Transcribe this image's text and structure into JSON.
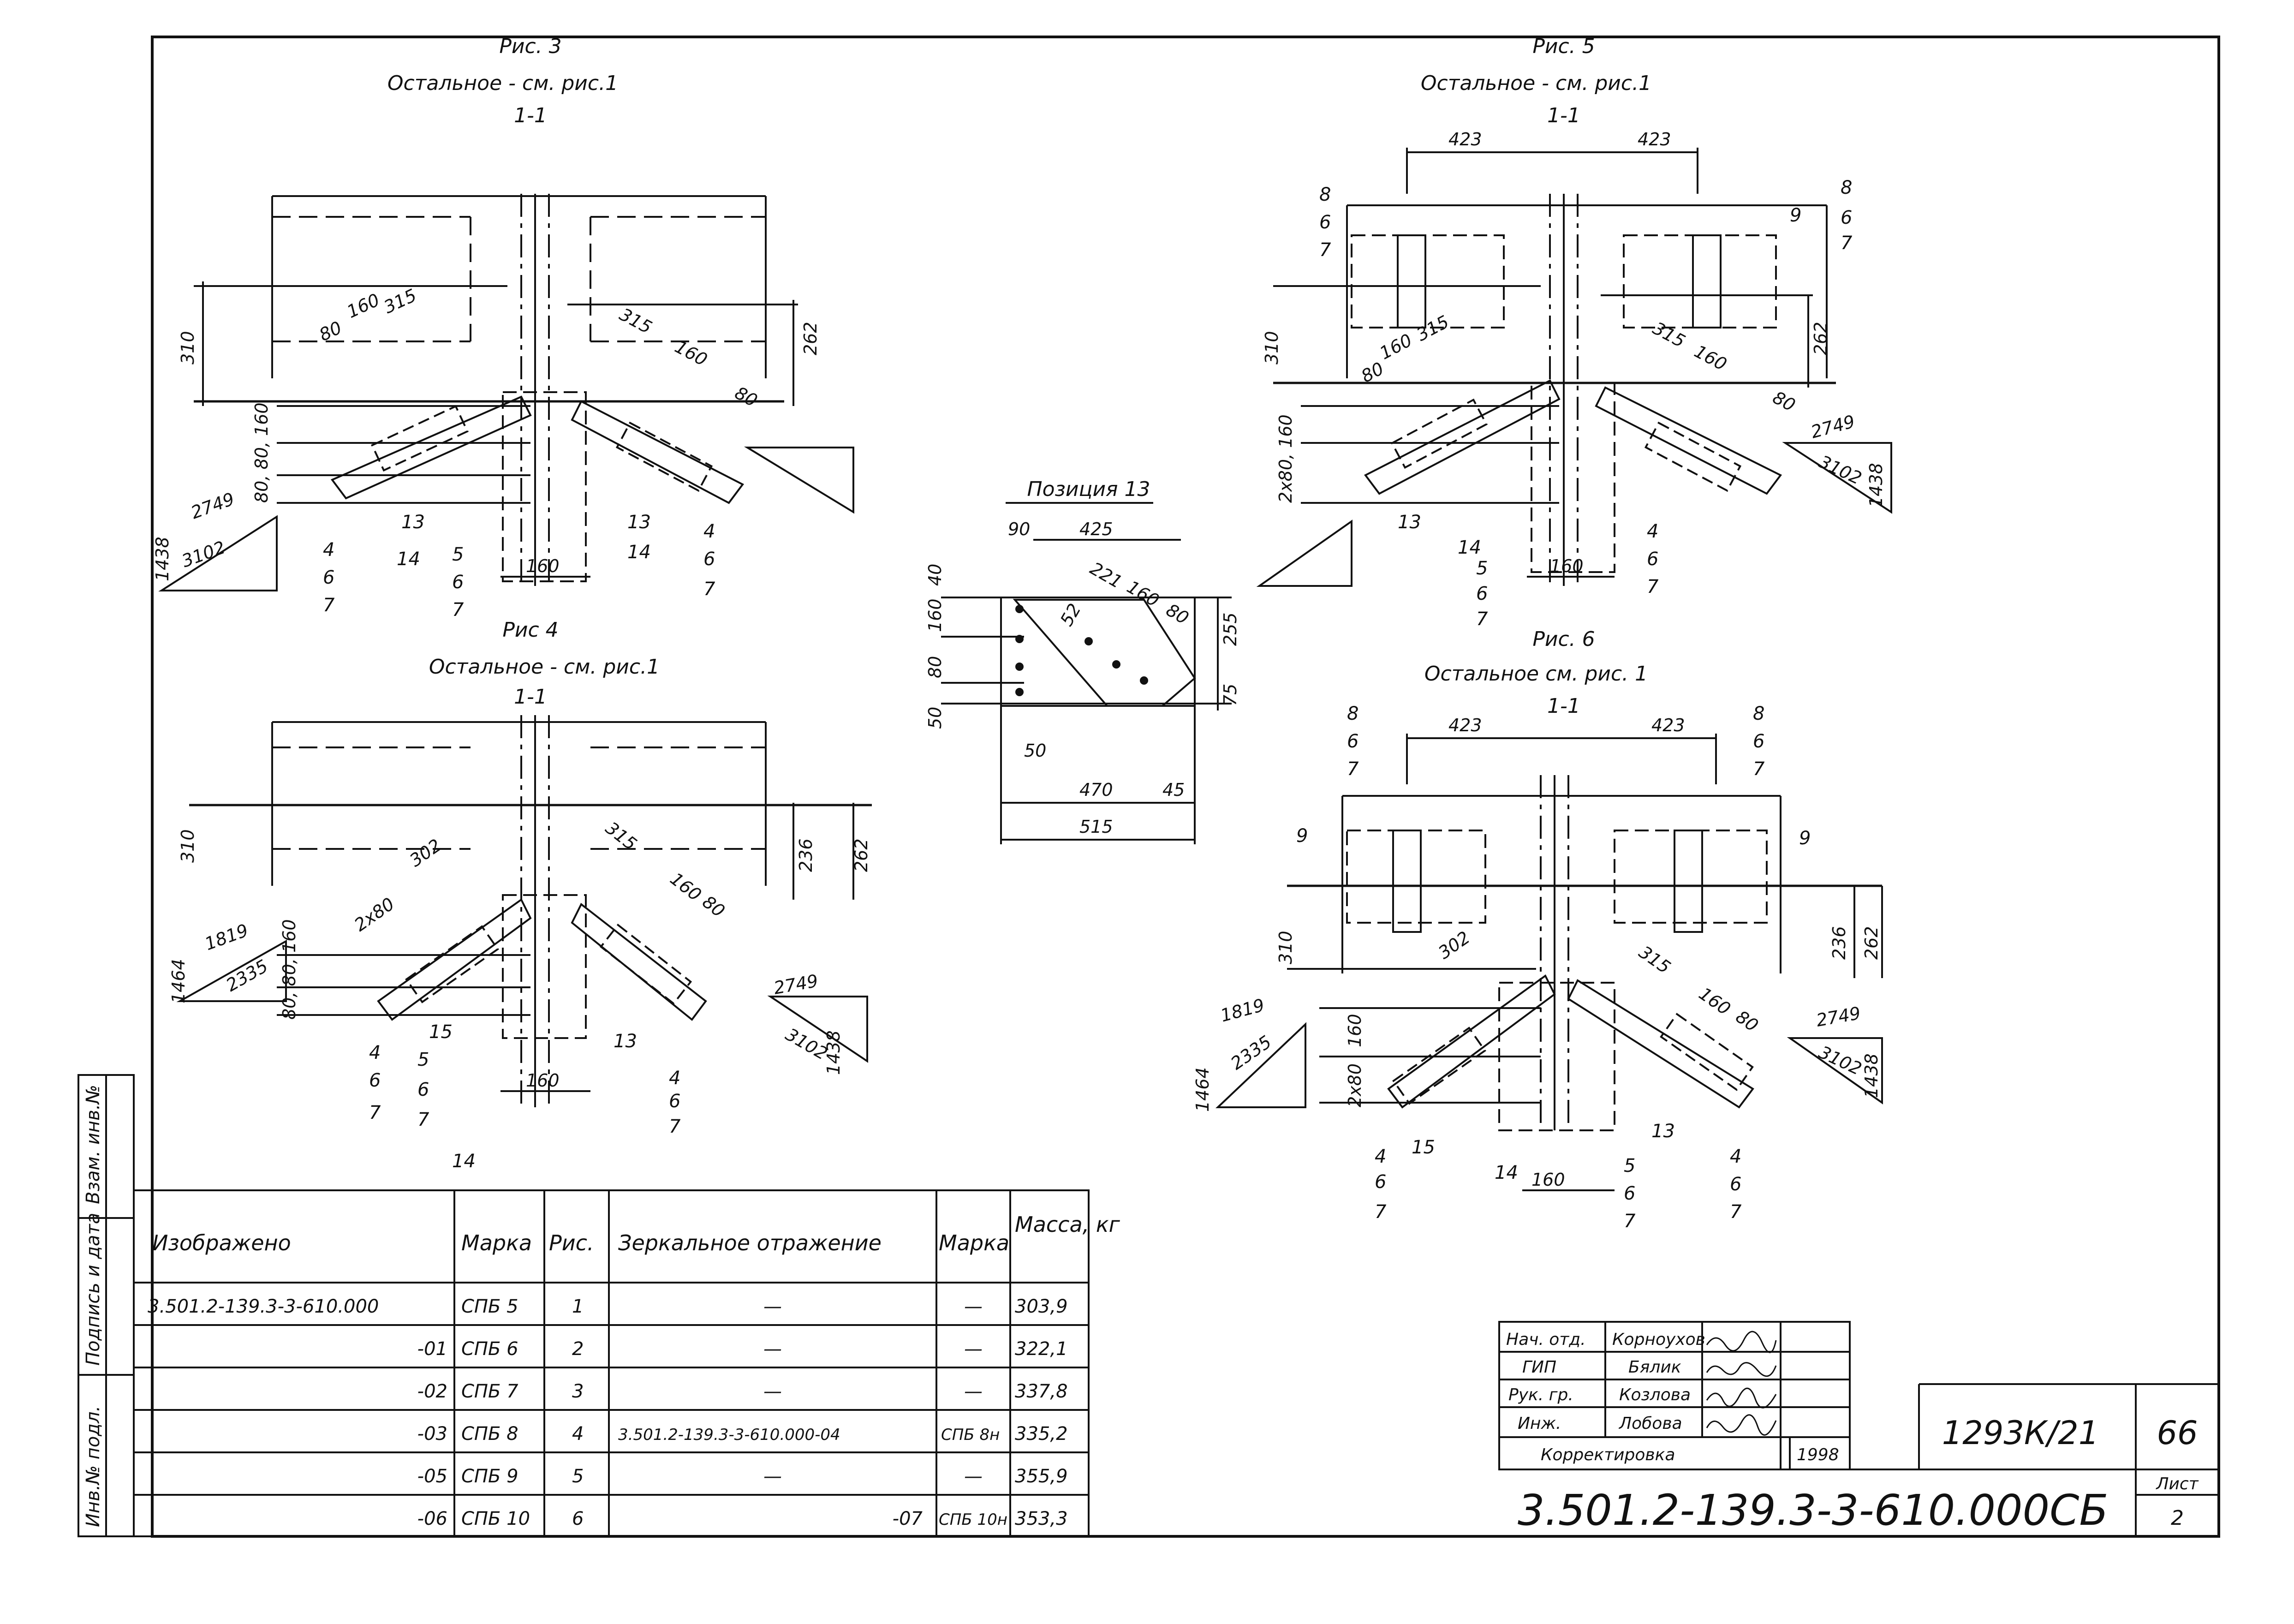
{
  "figures": {
    "fig3": {
      "title": "Рис. 3",
      "note": "Остальное - см. рис.1",
      "section": "1-1"
    },
    "fig4": {
      "title": "Рис 4",
      "note": "Остальное - см. рис.1",
      "section": "1-1"
    },
    "fig5": {
      "title": "Рис. 5",
      "note": "Остальное - см. рис.1",
      "section": "1-1"
    },
    "fig6": {
      "title": "Рис. 6",
      "note": "Остальное см. рис. 1",
      "section": "1-1"
    },
    "pos13": {
      "title": "Позиция 13"
    }
  },
  "dims": {
    "fig3": [
      "315",
      "160",
      "80",
      "315",
      "160",
      "80",
      "310",
      "262",
      "80, 80, 160",
      "2749",
      "3102",
      "1438",
      "160"
    ],
    "fig4": [
      "315",
      "302",
      "2x80",
      "160",
      "80",
      "310",
      "236",
      "262",
      "80, 80, 160",
      "1819",
      "2335",
      "1464",
      "2749",
      "3102",
      "1438",
      "160"
    ],
    "fig5": [
      "423",
      "423",
      "315",
      "160",
      "80",
      "315",
      "160",
      "80",
      "310",
      "262",
      "2x80, 160",
      "2749",
      "3102",
      "1438",
      "160"
    ],
    "fig6": [
      "423",
      "423",
      "302",
      "315",
      "160",
      "80",
      "310",
      "236",
      "262",
      "160",
      "2x80",
      "1819",
      "2335",
      "1464",
      "2749",
      "3102",
      "1438",
      "160"
    ],
    "pos13": [
      "90",
      "425",
      "221",
      "160",
      "80",
      "52",
      "40",
      "160",
      "80",
      "50",
      "255",
      "75",
      "50",
      "470",
      "45",
      "515"
    ]
  },
  "callouts": {
    "fig3": [
      "13",
      "14",
      "4",
      "6",
      "7",
      "5",
      "6",
      "7",
      "13",
      "14",
      "4",
      "6",
      "7"
    ],
    "fig4": [
      "4",
      "6",
      "7",
      "5",
      "6",
      "7",
      "15",
      "13",
      "4",
      "6",
      "7",
      "14"
    ],
    "fig5": [
      "8",
      "6",
      "7",
      "8",
      "6",
      "7",
      "9",
      "13",
      "14",
      "5",
      "6",
      "7",
      "4",
      "6",
      "7"
    ],
    "fig6": [
      "8",
      "6",
      "7",
      "8",
      "6",
      "7",
      "9",
      "9",
      "4",
      "6",
      "7",
      "15",
      "14",
      "13",
      "5",
      "6",
      "7",
      "4",
      "6",
      "7"
    ]
  },
  "table": {
    "headers": [
      "Изображено",
      "Марка",
      "Рис.",
      "Зеркальное отражение",
      "Марка",
      "Масса, кг"
    ],
    "rows": [
      [
        "3.501.2-139.3-3-610.000",
        "СПБ 5",
        "1",
        "—",
        "—",
        "303,9"
      ],
      [
        "-01",
        "СПБ 6",
        "2",
        "—",
        "—",
        "322,1"
      ],
      [
        "-02",
        "СПБ 7",
        "3",
        "—",
        "—",
        "337,8"
      ],
      [
        "-03",
        "СПБ 8",
        "4",
        "3.501.2-139.3-3-610.000-04",
        "СПБ 8н",
        "335,2"
      ],
      [
        "-05",
        "СПБ 9",
        "5",
        "—",
        "—",
        "355,9"
      ],
      [
        "-06",
        "СПБ 10",
        "6",
        "-07",
        "СПБ 10н",
        "353,3"
      ]
    ]
  },
  "side_stamp": [
    "Взам. инв.№",
    "Подпись и дата",
    "Инв.№ подл."
  ],
  "title_block": {
    "signers": [
      {
        "role": "Нач. отд.",
        "name": "Корноухов"
      },
      {
        "role": "ГИП",
        "name": "Бялик"
      },
      {
        "role": "Рук. гр.",
        "name": "Козлова"
      },
      {
        "role": "Инж.",
        "name": "Лобова"
      }
    ],
    "correction_label": "Корректировка",
    "year": "1998",
    "archive_no": "1293К/21",
    "page_no": "66",
    "doc_code": "3.501.2-139.3-3-610.000СБ",
    "sheet_label": "Лист",
    "sheet_no": "2"
  }
}
